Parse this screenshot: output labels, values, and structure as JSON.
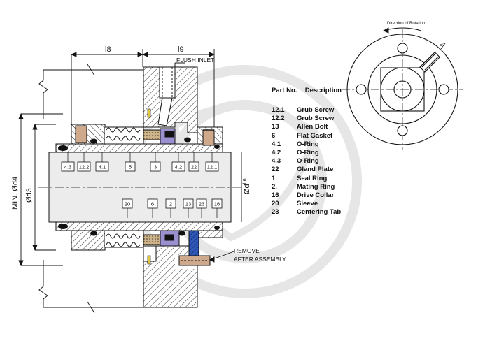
{
  "labels": {
    "l8": "l8",
    "l9": "l9",
    "flush_inlet": "FLUSH INLET",
    "min_d4": "MIN. Ød4",
    "d3": "Ød3",
    "d_h6": "Ød",
    "d_h6_sup": "h6",
    "remove_line1": "REMOVE",
    "remove_line2": "AFTER ASSEMBLY",
    "direction_of_rotation": "Direction of Rotation",
    "angle": "5°"
  },
  "callouts_top": [
    "4.3",
    "12.2",
    "4.1",
    "5",
    "3",
    "4.2",
    "22",
    "12.1"
  ],
  "callouts_bottom": [
    "20",
    "6",
    "2",
    "13",
    "23",
    "16"
  ],
  "parts_table": {
    "header_no": "Part No.",
    "header_desc": "Description",
    "rows": [
      {
        "no": "12.1",
        "desc": "Grub Screw"
      },
      {
        "no": "12.2",
        "desc": "Grub Screw"
      },
      {
        "no": "13",
        "desc": "Allen Bolt"
      },
      {
        "no": "6",
        "desc": "Flat Gasket"
      },
      {
        "no": "4.1",
        "desc": "O-Ring"
      },
      {
        "no": "4.2",
        "desc": "O-Ring"
      },
      {
        "no": "4.3",
        "desc": "O-Ring"
      },
      {
        "no": "22",
        "desc": "Gland Plate"
      },
      {
        "no": "1",
        "desc": "Seal Ring"
      },
      {
        "no": "2.",
        "desc": "Mating Ring"
      },
      {
        "no": "16",
        "desc": "Drive Collar"
      },
      {
        "no": "20",
        "desc": "Sleeve"
      },
      {
        "no": "23",
        "desc": "Centering Tab"
      }
    ]
  },
  "colors": {
    "line": "#111111",
    "watermark": "#e4e4e4",
    "shaft": "#e8e8e8",
    "body_fill": "#ffffff",
    "ring_purple": "#9a8fcf",
    "tab_blue": "#2f57b8",
    "screw_brown": "#cfa98c",
    "packing": "#cdb38a",
    "oring": "#111111"
  }
}
